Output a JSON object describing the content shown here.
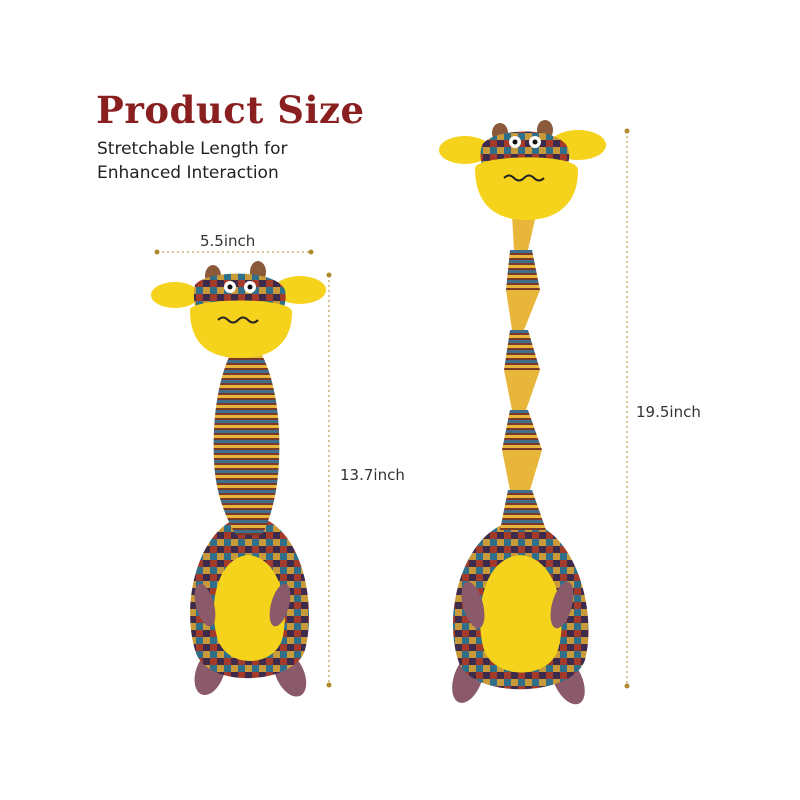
{
  "header": {
    "title": "Product Size",
    "subtitle_line1": "Stretchable Length for",
    "subtitle_line2": "Enhanced Interaction"
  },
  "dimensions": {
    "width": "5.5inch",
    "compressed_height": "13.7inch",
    "stretched_height": "19.5inch"
  },
  "colors": {
    "title": "#8a1f1f",
    "toy_yellow": "#f5d21c",
    "dimension_line": "#b08a2e"
  }
}
